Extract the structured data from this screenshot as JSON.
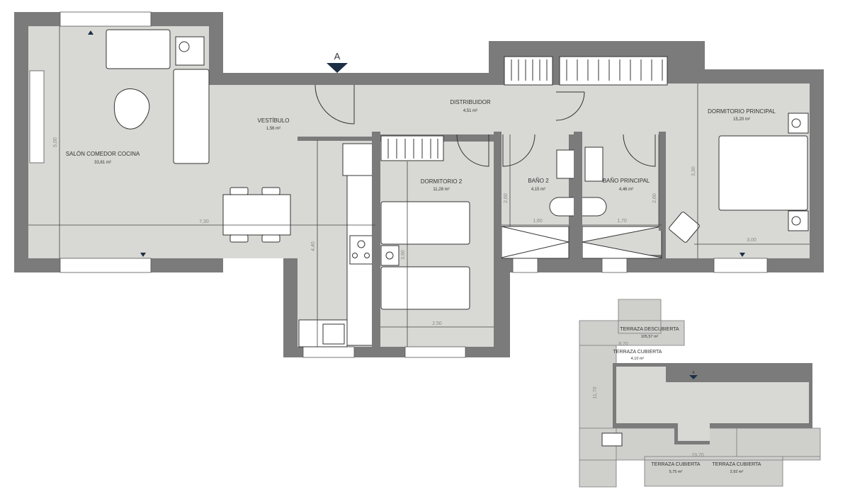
{
  "section_marker": "A",
  "rooms": {
    "salon": {
      "name": "SALÓN COMEDOR COCINA",
      "area": "33,81 m²"
    },
    "vestibulo": {
      "name": "VESTÍBULO",
      "area": "1,56 m²"
    },
    "distribuidor": {
      "name": "DISTRIBUIDOR",
      "area": "4,51 m²"
    },
    "dormitorio2": {
      "name": "DORMITORIO 2",
      "area": "11,28 m²"
    },
    "bano2": {
      "name": "BAÑO 2",
      "area": "4,15 m²"
    },
    "bano_principal": {
      "name": "BAÑO PRINCIPAL",
      "area": "4,46 m²"
    },
    "dormitorio_principal": {
      "name": "DORMITORIO PRINCIPAL",
      "area": "15,20 m²"
    }
  },
  "dimensions": {
    "salon_height": "5,00",
    "salon_width": "7,30",
    "kitchen_length": "4,40",
    "dorm2_length": "3,90",
    "dorm2_width": "2,50",
    "bano2_height": "2,60",
    "bano2_width": "1,60",
    "bano_principal_width": "1,70",
    "bano_principal_height": "2,60",
    "dorm_principal_height": "3,30",
    "dorm_principal_width": "3,00"
  },
  "keyplan": {
    "section_marker": "A",
    "terraza_descubierta": {
      "name": "TERRAZA DESCUBIERTA",
      "area": "105,57 m²"
    },
    "terraza_cubierta_1": {
      "name": "TERRAZA CUBIERTA",
      "area": "4,10 m²"
    },
    "terraza_cubierta_2": {
      "name": "TERRAZA CUBIERTA",
      "area": "5,75 m²"
    },
    "terraza_cubierta_3": {
      "name": "TERRAZA CUBIERTA",
      "area": "2,92 m²"
    },
    "dim_top": "8,70",
    "dim_side": "11,70",
    "dim_bottom": "19,70"
  },
  "colors": {
    "wall": "#7b7b7b",
    "floor": "#d8d8d5",
    "marker": "#1c2f45"
  }
}
